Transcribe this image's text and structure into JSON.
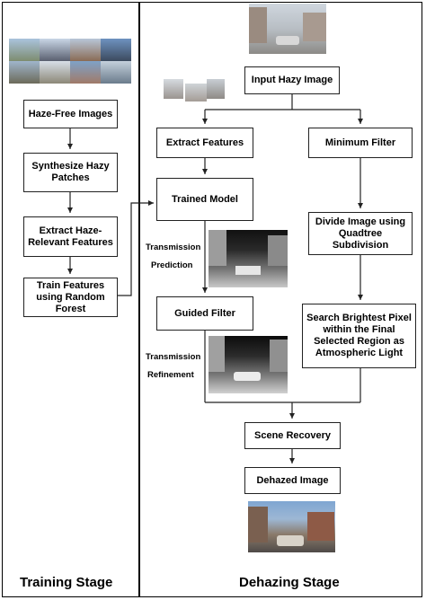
{
  "boxes": {
    "haze_free": "Haze-Free Images",
    "synthesize": "Synthesize Hazy Patches",
    "extract_relevant": "Extract Haze-Relevant Features",
    "train_rf": "Train Features using Random Forest",
    "input_hazy": "Input Hazy Image",
    "extract_features": "Extract Features",
    "minimum_filter": "Minimum Filter",
    "trained_model": "Trained Model",
    "divide_image": "Divide Image using Quadtree Subdivision",
    "guided_filter": "Guided Filter",
    "search_brightest": "Search Brightest Pixel within the Final Selected Region as Atmospheric Light",
    "scene_recovery": "Scene Recovery",
    "dehazed": "Dehazed Image"
  },
  "labels": {
    "transmission_prediction_1": "Transmission",
    "transmission_prediction_2": "Prediction",
    "transmission_refinement_1": "Transmission",
    "transmission_refinement_2": "Refinement"
  },
  "stages": {
    "training": "Training Stage",
    "dehazing": "Dehazing Stage"
  }
}
